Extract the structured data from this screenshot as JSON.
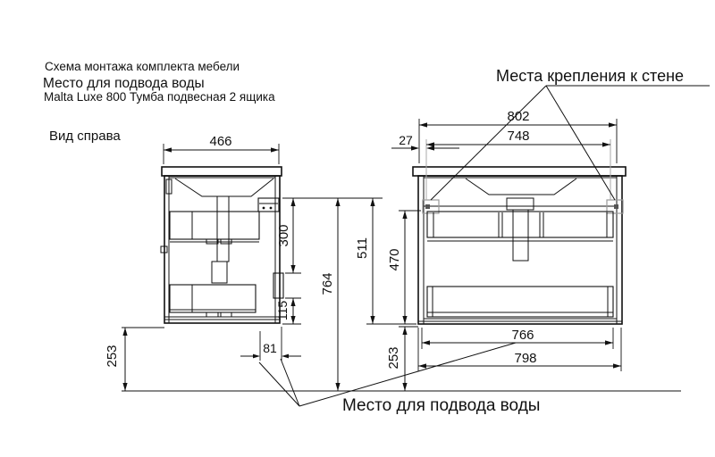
{
  "header": {
    "line1": "Схема монтажа комплекта мебели",
    "line2": "Место для подвода воды",
    "line3": "Malta Luxe  800 Тумба подвесная 2 ящика"
  },
  "labels": {
    "side_view": "Вид справа",
    "wall_mounts": "Места крепления к стене",
    "water_supply": "Место для подвода воды"
  },
  "dims": {
    "side_width": "466",
    "top_width": "802",
    "mount_offset": "27",
    "mount_span": "748",
    "upper_height": "300",
    "mount_to_floor": "764",
    "total_height": "511",
    "body_height": "470",
    "water_zone_height": "115",
    "left_floor_gap": "253",
    "right_floor_gap": "253",
    "water_zone_depth": "81",
    "bottom_inner_width": "766",
    "bottom_width": "798"
  },
  "colors": {
    "line": "#111111",
    "extension_gray": "#aaaaaa",
    "bracket_gray": "#999999"
  }
}
